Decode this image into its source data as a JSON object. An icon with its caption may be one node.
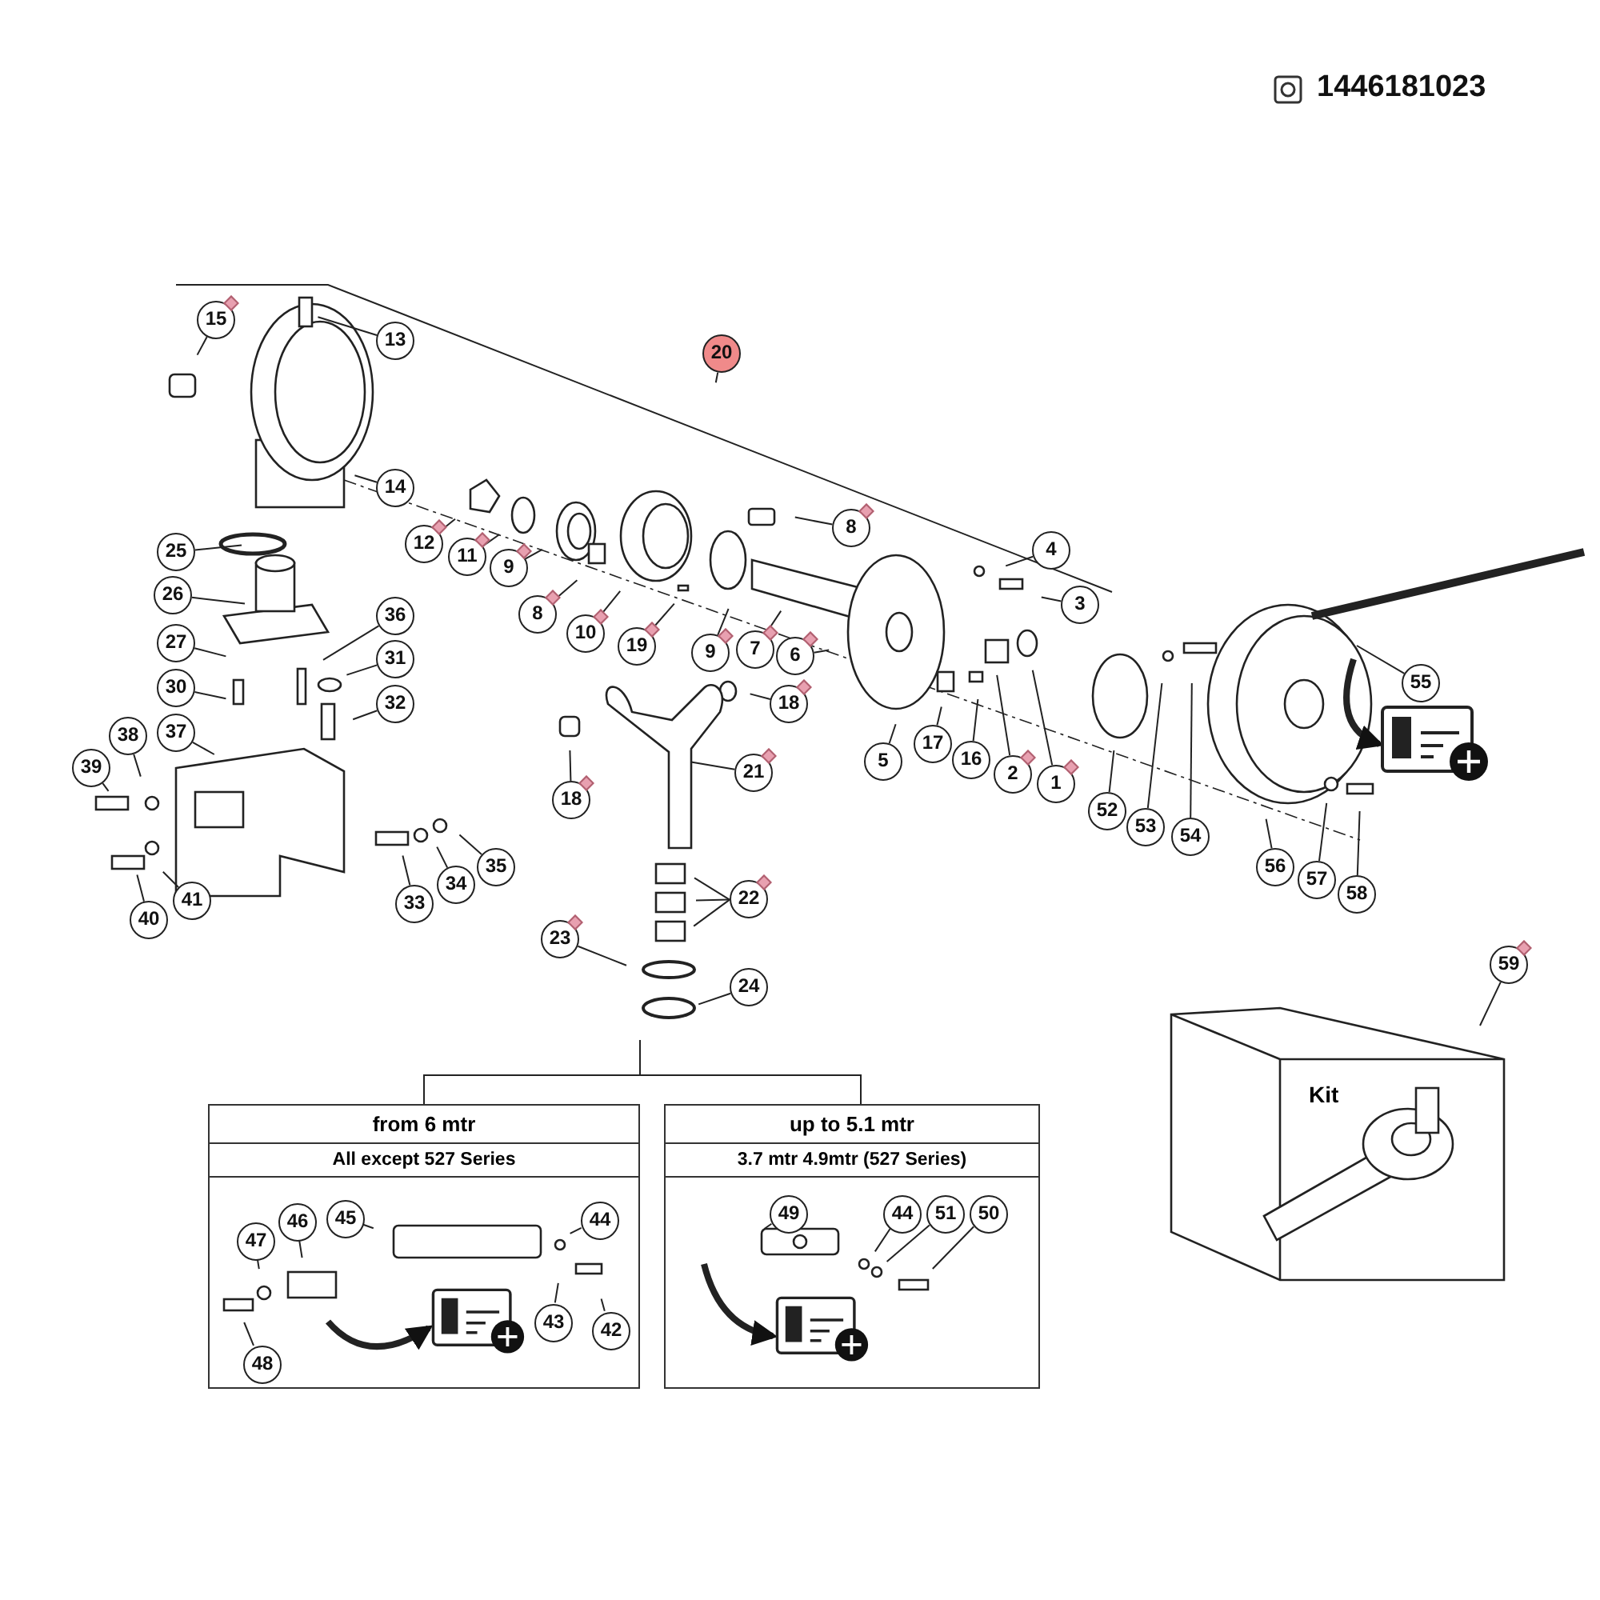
{
  "diagram": {
    "title": "1446181023",
    "nodes": [
      {
        "text": [
          "15"
        ]
      },
      {
        "text": [
          "13"
        ]
      },
      {
        "text": [
          "20"
        ]
      },
      {
        "text": [
          "14"
        ]
      },
      {
        "text": [
          "25"
        ]
      },
      {
        "text": [
          "12"
        ]
      },
      {
        "text": [
          "11"
        ]
      },
      {
        "text": [
          "9"
        ]
      },
      {
        "text": [
          "26"
        ]
      },
      {
        "text": [
          "8"
        ]
      },
      {
        "text": [
          "10"
        ]
      },
      {
        "text": [
          "19"
        ]
      },
      {
        "text": [
          "9"
        ]
      },
      {
        "text": [
          "8"
        ]
      },
      {
        "text": [
          "4"
        ]
      },
      {
        "text": [
          "3"
        ]
      },
      {
        "text": [
          "7"
        ]
      },
      {
        "text": [
          "6"
        ]
      },
      {
        "text": [
          "36"
        ]
      },
      {
        "text": [
          "27"
        ]
      },
      {
        "text": [
          "31"
        ]
      },
      {
        "text": [
          "30"
        ]
      },
      {
        "text": [
          "32"
        ]
      },
      {
        "text": [
          "18"
        ]
      },
      {
        "text": [
          "5"
        ]
      },
      {
        "text": [
          "17"
        ]
      },
      {
        "text": [
          "16"
        ]
      },
      {
        "text": [
          "2"
        ]
      },
      {
        "text": [
          "1"
        ]
      },
      {
        "text": [
          "37"
        ]
      },
      {
        "text": [
          "38"
        ]
      },
      {
        "text": [
          "39"
        ]
      },
      {
        "text": [
          "21"
        ]
      },
      {
        "text": [
          "18"
        ]
      },
      {
        "text": [
          "52"
        ]
      },
      {
        "text": [
          "53"
        ]
      },
      {
        "text": [
          "54"
        ]
      },
      {
        "text": [
          "55"
        ]
      },
      {
        "text": [
          "56"
        ]
      },
      {
        "text": [
          "57"
        ]
      },
      {
        "text": [
          "58"
        ]
      },
      {
        "text": [
          "33"
        ]
      },
      {
        "text": [
          "34"
        ]
      },
      {
        "text": [
          "35"
        ]
      },
      {
        "text": [
          "41"
        ]
      },
      {
        "text": [
          "40"
        ]
      },
      {
        "text": [
          "22"
        ]
      },
      {
        "text": [
          "23"
        ]
      },
      {
        "text": [
          "24"
        ]
      },
      {
        "text": [],
        "shape": "picture"
      },
      {
        "text": [
          "Kit"
        ]
      },
      {
        "text": [
          "59"
        ]
      },
      {
        "text": [
          "from 6 mtr",
          "All except 527 Series"
        ]
      },
      {
        "text": [
          "47"
        ],
        "in": 52
      },
      {
        "text": [
          "46"
        ],
        "in": 52
      },
      {
        "text": [
          "45"
        ],
        "in": 52
      },
      {
        "text": [
          "44"
        ],
        "in": 52
      },
      {
        "text": [
          "43"
        ],
        "in": 52
      },
      {
        "text": [
          "42"
        ],
        "in": 52
      },
      {
        "text": [
          "48"
        ],
        "in": 52
      },
      {
        "text": [],
        "shape": "picture",
        "in": 52
      },
      {
        "text": [
          "up to 5.1 mtr",
          "3.7 mtr 4.9mtr (527 Series)"
        ]
      },
      {
        "text": [
          "49"
        ],
        "in": 61
      },
      {
        "text": [
          "44"
        ],
        "in": 61
      },
      {
        "text": [
          "51"
        ],
        "in": 61
      },
      {
        "text": [
          "50"
        ],
        "in": 61
      },
      {
        "text": [],
        "shape": "picture",
        "in": 61
      }
    ],
    "edges": [
      {
        "from": 0,
        "to": null,
        "arrow": "none"
      },
      {
        "from": 1,
        "to": null,
        "arrow": "none"
      },
      {
        "from": 2,
        "to": null,
        "arrow": "none"
      },
      {
        "from": 3,
        "to": null,
        "arrow": "none"
      },
      {
        "from": 4,
        "to": null,
        "arrow": "none"
      },
      {
        "from": 5,
        "to": null,
        "arrow": "none"
      },
      {
        "from": 6,
        "to": null,
        "arrow": "none"
      },
      {
        "from": 7,
        "to": null,
        "arrow": "none"
      },
      {
        "from": 8,
        "to": null,
        "arrow": "none"
      },
      {
        "from": 9,
        "to": null,
        "arrow": "none"
      },
      {
        "from": 10,
        "to": null,
        "arrow": "none"
      },
      {
        "from": 11,
        "to": null,
        "arrow": "none"
      },
      {
        "from": 12,
        "to": null,
        "arrow": "none"
      },
      {
        "from": 13,
        "to": null,
        "arrow": "none"
      },
      {
        "from": 14,
        "to": null,
        "arrow": "none"
      },
      {
        "from": 15,
        "to": null,
        "arrow": "none"
      },
      {
        "from": 16,
        "to": null,
        "arrow": "none"
      },
      {
        "from": 17,
        "to": null,
        "arrow": "none"
      },
      {
        "from": 18,
        "to": null,
        "arrow": "none"
      },
      {
        "from": 19,
        "to": null,
        "arrow": "none"
      },
      {
        "from": 20,
        "to": null,
        "arrow": "none"
      },
      {
        "from": 21,
        "to": null,
        "arrow": "none"
      },
      {
        "from": 22,
        "to": null,
        "arrow": "none"
      },
      {
        "from": 23,
        "to": null,
        "arrow": "none"
      },
      {
        "from": 24,
        "to": null,
        "arrow": "none"
      },
      {
        "from": 25,
        "to": null,
        "arrow": "none"
      },
      {
        "from": 26,
        "to": null,
        "arrow": "none"
      },
      {
        "from": 27,
        "to": null,
        "arrow": "none"
      },
      {
        "from": 28,
        "to": null,
        "arrow": "none"
      },
      {
        "from": 29,
        "to": null,
        "arrow": "none"
      },
      {
        "from": 30,
        "to": null,
        "arrow": "none"
      },
      {
        "from": 31,
        "to": null,
        "arrow": "none"
      },
      {
        "from": 32,
        "to": null,
        "arrow": "none"
      },
      {
        "from": 33,
        "to": null,
        "arrow": "none"
      },
      {
        "from": 34,
        "to": null,
        "arrow": "none"
      },
      {
        "from": 35,
        "to": null,
        "arrow": "none"
      },
      {
        "from": 36,
        "to": null,
        "arrow": "none"
      },
      {
        "from": 37,
        "to": null,
        "arrow": "none"
      },
      {
        "from": 38,
        "to": null,
        "arrow": "none"
      },
      {
        "from": 39,
        "to": null,
        "arrow": "none"
      },
      {
        "from": 40,
        "to": null,
        "arrow": "none"
      },
      {
        "from": 41,
        "to": null,
        "arrow": "none"
      },
      {
        "from": 42,
        "to": null,
        "arrow": "none"
      },
      {
        "from": 43,
        "to": null,
        "arrow": "none"
      },
      {
        "from": 44,
        "to": null,
        "arrow": "none"
      },
      {
        "from": 45,
        "to": null,
        "arrow": "none"
      },
      {
        "from": 46,
        "to": null,
        "arrow": "none"
      },
      {
        "from": 46,
        "to": null,
        "arrow": "none"
      },
      {
        "from": 46,
        "to": null,
        "arrow": "none"
      },
      {
        "from": 47,
        "to": null,
        "arrow": "none"
      },
      {
        "from": 48,
        "to": null,
        "arrow": "none"
      },
      {
        "from": null,
        "to": 49,
        "arrow": "to",
        "style": "thick"
      },
      {
        "from": 51,
        "to": 50,
        "arrow": "none"
      },
      {
        "from": 53,
        "to": null,
        "arrow": "none"
      },
      {
        "from": 54,
        "to": null,
        "arrow": "none"
      },
      {
        "from": 55,
        "to": null,
        "arrow": "none"
      },
      {
        "from": 56,
        "to": null,
        "arrow": "none"
      },
      {
        "from": 57,
        "to": null,
        "arrow": "none"
      },
      {
        "from": 58,
        "to": null,
        "arrow": "none"
      },
      {
        "from": 59,
        "to": null,
        "arrow": "none"
      },
      {
        "from": null,
        "to": 60,
        "arrow": "to",
        "style": "thick"
      },
      {
        "from": 62,
        "to": null,
        "arrow": "none"
      },
      {
        "from": 63,
        "to": null,
        "arrow": "none"
      },
      {
        "from": 64,
        "to": null,
        "arrow": "none"
      },
      {
        "from": 65,
        "to": null,
        "arrow": "none"
      },
      {
        "from": null,
        "to": 66,
        "arrow": "to",
        "style": "thick"
      },
      {
        "from": null,
        "to": 52,
        "arrow": "none"
      },
      {
        "from": null,
        "to": 61,
        "arrow": "none"
      }
    ]
  }
}
